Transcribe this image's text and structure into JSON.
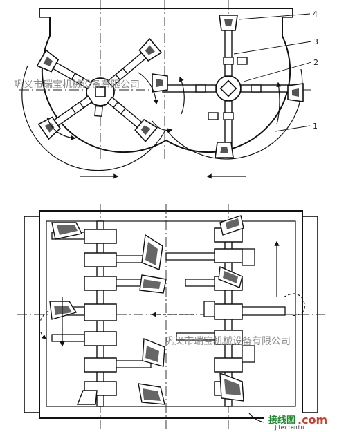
{
  "callouts": [
    "4",
    "3",
    "2",
    "1"
  ],
  "watermark": "巩义市瑞宝机械设备有限公司",
  "logo": {
    "name": "接线图",
    "domain": ".com",
    "pinyin": "jiexiantu"
  }
}
